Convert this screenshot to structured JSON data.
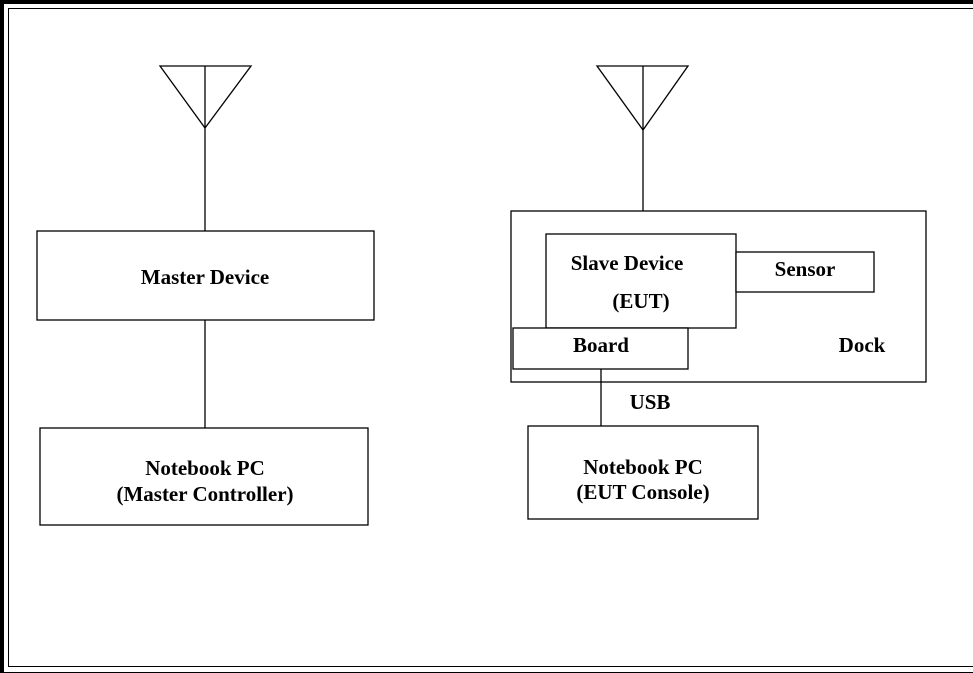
{
  "diagram": {
    "master_device": "Master Device",
    "master_pc": {
      "line1": "Notebook PC",
      "line2": "(Master Controller)"
    },
    "slave_device": {
      "line1": "Slave Device",
      "line2": "(EUT)"
    },
    "sensor": "Sensor",
    "board": "Board",
    "dock": "Dock",
    "usb": "USB",
    "eut_pc": {
      "line1": "Notebook PC",
      "line2": "(EUT Console)"
    }
  }
}
